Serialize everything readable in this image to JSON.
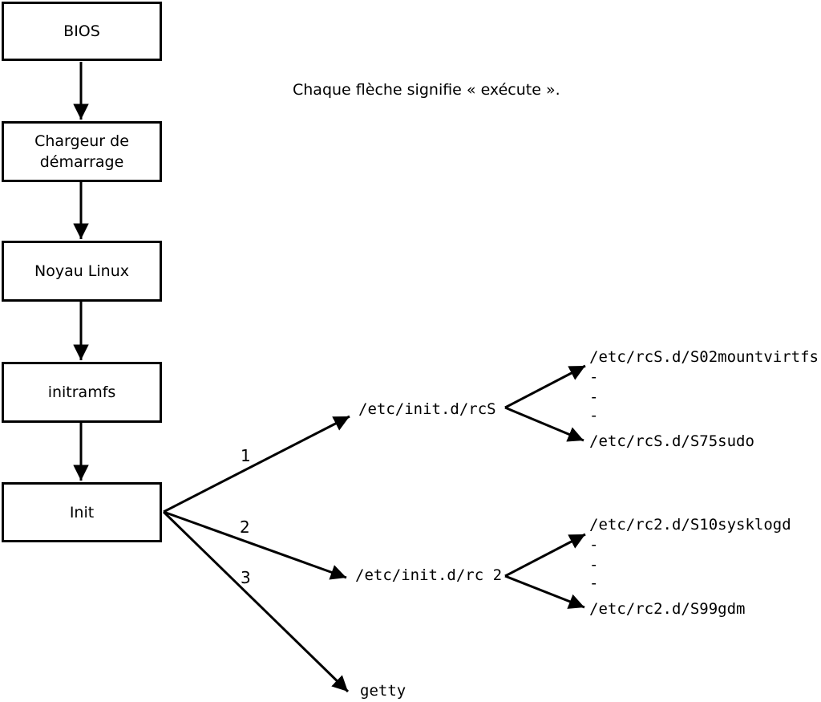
{
  "note": "Chaque flèche signifie « exécute ».",
  "chain": [
    {
      "label": "BIOS"
    },
    {
      "label": "Chargeur de démarrage"
    },
    {
      "label": "Noyau Linux"
    },
    {
      "label": "initramfs"
    },
    {
      "label": "Init"
    }
  ],
  "branches": [
    {
      "number": "1",
      "target": "/etc/init.d/rcS",
      "scripts": [
        "/etc/rcS.d/S02mountvirtfs",
        "-",
        "-",
        "-",
        "/etc/rcS.d/S75sudo"
      ]
    },
    {
      "number": "2",
      "target": "/etc/init.d/rc 2",
      "scripts": [
        "/etc/rc2.d/S10sysklogd",
        "-",
        "-",
        "-",
        "/etc/rc2.d/S99gdm"
      ]
    },
    {
      "number": "3",
      "target": "getty",
      "scripts": []
    }
  ]
}
